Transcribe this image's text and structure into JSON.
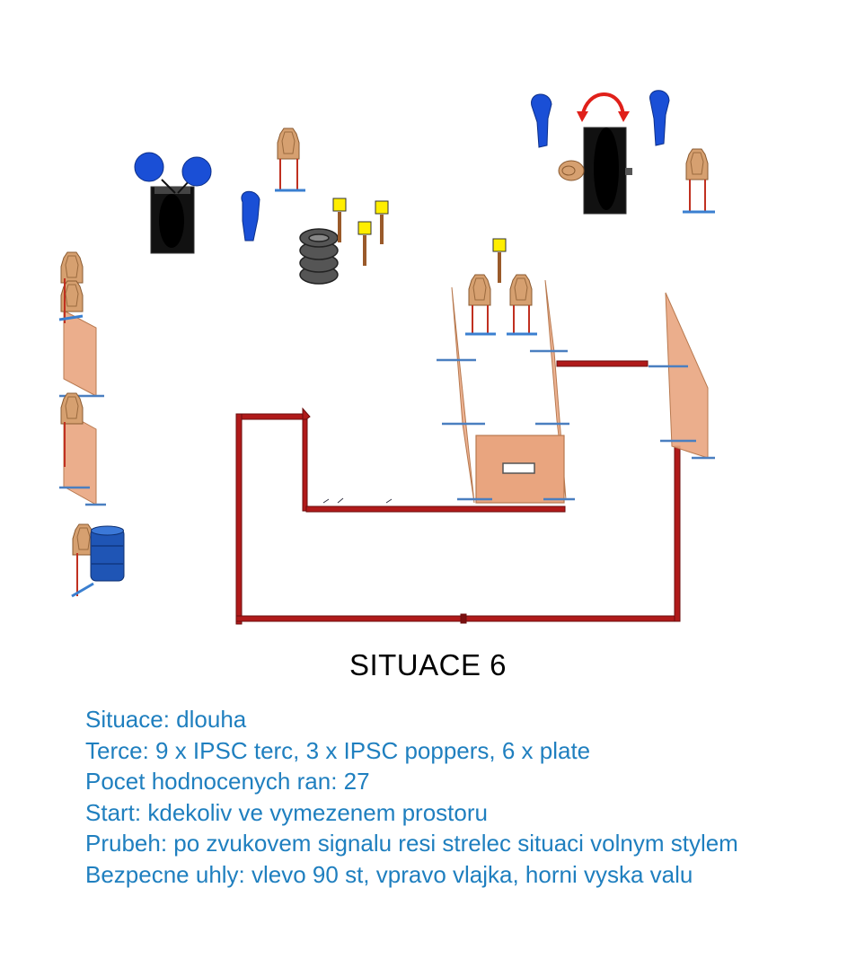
{
  "stage": {
    "title": "SITUACE 6",
    "info_lines": [
      "Situace: dlouha",
      "Terce: 9 x IPSC terc, 3 x IPSC poppers, 6 x plate",
      "Pocet hodnocenych ran: 27",
      "Start: kdekoliv ve vymezenem prostoru",
      "Prubeh: po zvukovem signalu resi strelec situaci volnym stylem",
      "Bezpecne uhly: vlevo 90 st, vpravo vlajka, horni vyska valu"
    ]
  },
  "colors": {
    "wall_red": "#b01a1a",
    "target_tan": "#d6a070",
    "panel_orange": "#e9a57f",
    "stand_blue": "#3a7fd0",
    "no_shoot_blue": "#1a4fd6",
    "plate_yellow": "#ffee00",
    "text_blue": "#1f7fbf"
  },
  "icons": [
    "ipsc-target-icon",
    "popper-icon",
    "plate-icon",
    "no-shoot-icon",
    "barrel-icon",
    "tire-stack-icon",
    "swinger-icon",
    "rotation-arrow-icon"
  ]
}
